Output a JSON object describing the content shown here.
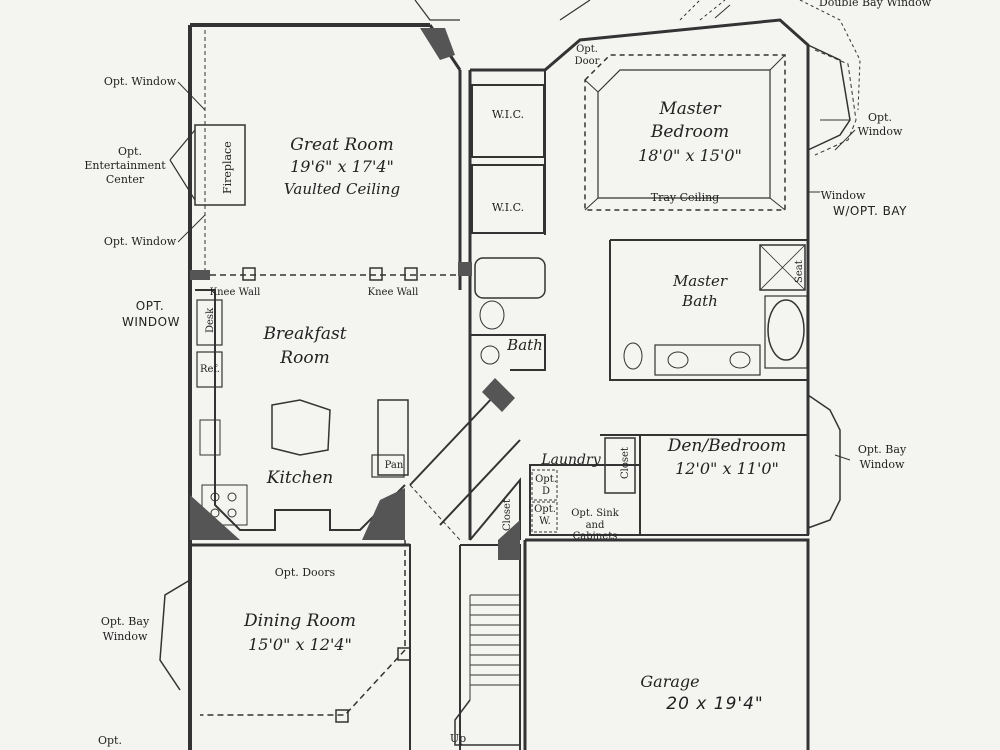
{
  "rooms": {
    "great_room": {
      "name": "Great Room",
      "dim": "19'6\" x 17'4\"",
      "note": "Vaulted Ceiling"
    },
    "master_bedroom": {
      "name1": "Master",
      "name2": "Bedroom",
      "dim": "18'0\" x 15'0\"",
      "note": "Tray Ceiling"
    },
    "breakfast": {
      "name1": "Breakfast",
      "name2": "Room"
    },
    "kitchen": {
      "name": "Kitchen"
    },
    "master_bath": {
      "name1": "Master",
      "name2": "Bath"
    },
    "den": {
      "name": "Den/Bedroom",
      "dim": "12'0\" x 11'0\""
    },
    "dining": {
      "name": "Dining Room",
      "dim": "15'0\" x 12'4\""
    },
    "garage": {
      "name": "Garage",
      "dim_hand": "20 x 19'4\""
    },
    "bath": {
      "name": "Bath"
    },
    "laundry": {
      "name": "Laundry"
    }
  },
  "labels": {
    "wic1": "W.I.C.",
    "wic2": "W.I.C.",
    "fireplace": "Fireplace",
    "knee_wall_left": "Knee Wall",
    "knee_wall_right": "Knee Wall",
    "desk": "Desk",
    "ref": "Ref.",
    "pan": "Pan",
    "closet_den": "Closet",
    "closet_hall": "Closet",
    "seat": "Seat",
    "opt_d": "Opt. D",
    "opt_w": "Opt. W.",
    "opt_sink": "Opt. Sink and Cabinets",
    "up": "Up",
    "opt_doors": "Opt. Doors",
    "opt_door_master": "Opt. Door"
  },
  "callouts": {
    "opt_window_top_left": "Opt. Window",
    "opt_entertainment": [
      "Opt.",
      "Entertainment",
      "Center"
    ],
    "opt_window_mid_left": "Opt. Window",
    "opt_bay_window_left": [
      "Opt. Bay",
      "Window"
    ],
    "opt_bottom_left": "Opt.",
    "double_bay_window": "Double Bay Window",
    "opt_window_right": [
      "Opt.",
      "Window"
    ],
    "window_right": "Window",
    "opt_bay_window_right": [
      "Opt. Bay",
      "Window"
    ]
  },
  "handwritten": {
    "opt_window_left": [
      "OPT.",
      "WINDOW"
    ],
    "opt_bay_right": "W/OPT. BAY"
  }
}
